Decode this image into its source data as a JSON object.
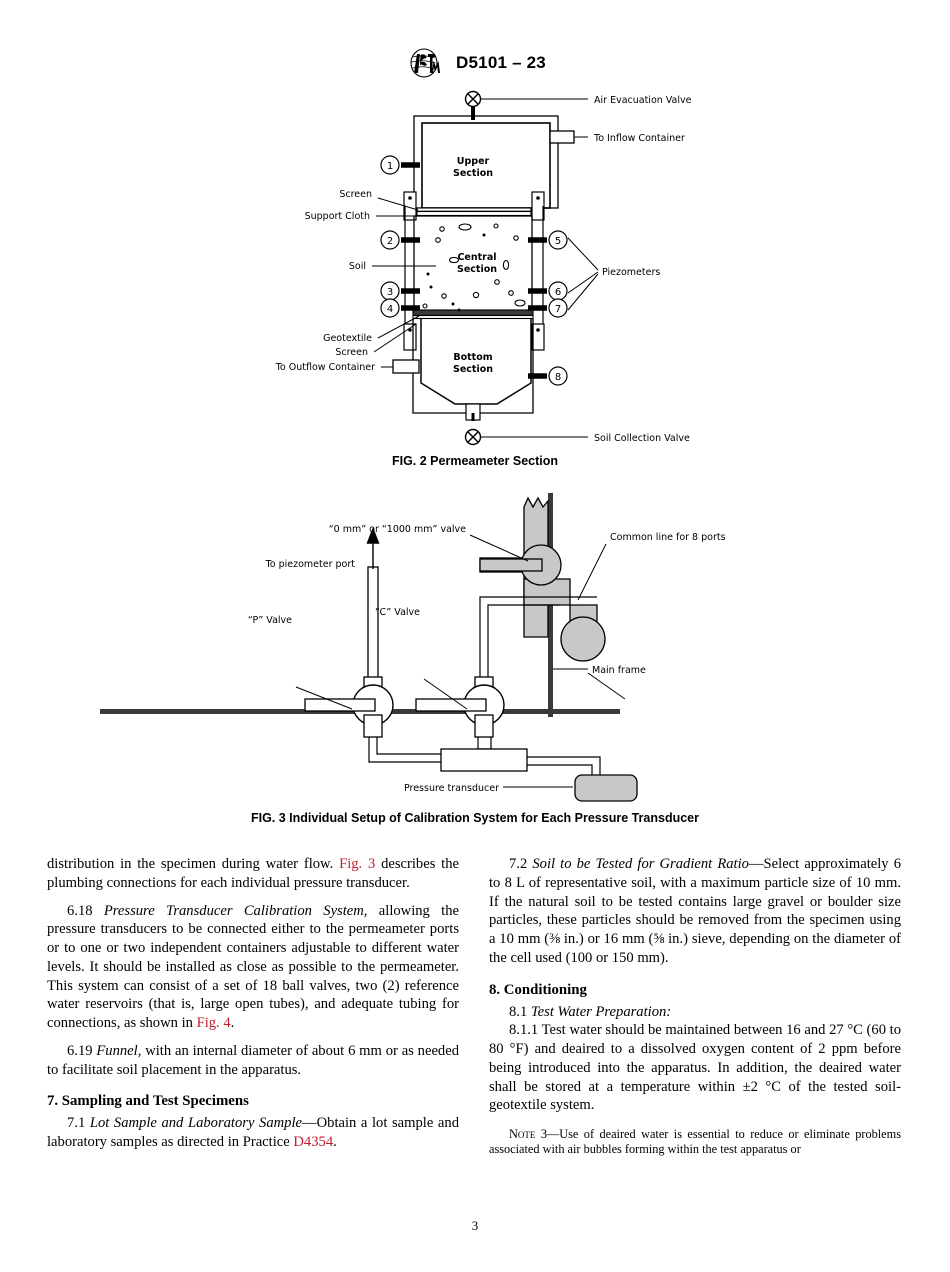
{
  "header": {
    "logo_icon": "astm-logo-icon",
    "designation": "D5101 – 23"
  },
  "figures": [
    {
      "id": "fig2",
      "caption": "FIG. 2 Permeameter Section",
      "section_labels": {
        "upper": "Upper\nSection",
        "upper_line1": "Upper",
        "upper_line2": "Section",
        "central_line1": "Central",
        "central_line2": "Section",
        "bottom_line1": "Bottom",
        "bottom_line2": "Section"
      },
      "callouts": [
        "Air Evacuation Valve",
        "To Inflow Container",
        "Screen",
        "Support Cloth",
        "Soil",
        "Geotextile",
        "Screen",
        "To Outflow Container",
        "Soil Collection Valve",
        "Piezometers"
      ],
      "port_numbers": [
        "1",
        "2",
        "3",
        "4",
        "5",
        "6",
        "7",
        "8"
      ]
    },
    {
      "id": "fig3",
      "caption": "FIG. 3 Individual Setup of Calibration System for Each Pressure Transducer",
      "callouts": [
        "“0 mm” or “1000 mm” valve",
        "Common line for 8 ports",
        "To piezometer port",
        "“P” Valve",
        "“C” Valve",
        "Main frame",
        "Pressure transducer"
      ]
    }
  ],
  "body": {
    "left_column": {
      "p1_a": "distribution in the specimen during water flow. ",
      "p1_link": "Fig. 3",
      "p1_b": " describes the plumbing connections for each individual pressure transducer.",
      "p2_num": "6.18 ",
      "p2_italic": "Pressure Transducer Calibration System,",
      "p2_text": " allowing the pressure transducers to be connected either to the permeameter ports or to one or two independent containers adjustable to different water levels. It should be installed as close as possible to the permeameter. This system can consist of a set of 18 ball valves, two (2) reference water reservoirs (that is, large open tubes), and adequate tubing for connections, as shown in ",
      "p2_link": "Fig. 4",
      "p2_end": ".",
      "p3_num": "6.19 ",
      "p3_italic": "Funnel,",
      "p3_text": " with an internal diameter of about 6 mm or as needed to facilitate soil placement in the apparatus.",
      "heading7": "7. Sampling and Test Specimens",
      "p4_num": "7.1 ",
      "p4_italic": "Lot Sample and Laboratory Sample",
      "p4_text": "—Obtain a lot sample and laboratory samples as directed in Practice ",
      "p4_link": "D4354",
      "p4_end": "."
    },
    "right_column": {
      "p1_num": "7.2 ",
      "p1_italic": "Soil to be Tested for Gradient Ratio",
      "p1_text": "—Select approximately 6 to 8 L of representative soil, with a maximum particle size of 10 mm. If the natural soil to be tested contains large gravel or boulder size particles, these particles should be removed from the specimen using a 10 mm (⅜ in.) or 16 mm (⅝ in.) sieve, depending on the diameter of the cell used (100 or 150 mm).",
      "heading8": "8. Conditioning",
      "p2_num": "8.1 ",
      "p2_italic": "Test Water Preparation:",
      "p3_text": "8.1.1 Test water should be maintained between 16 and 27 °C (60 to 80 °F) and deaired to a dissolved oxygen content of 2 ppm before being introduced into the apparatus. In addition, the deaired water shall be stored at a temperature within ±2 °C of the tested soil-geotextile system.",
      "note_label": "Note",
      "note_num": " 3",
      "note_text": "—Use of deaired water is essential to reduce or eliminate problems associated with air bubbles forming within the test apparatus or"
    }
  },
  "footer": {
    "page_number": "3"
  },
  "colors": {
    "link": "#bf1e2e",
    "ink": "#000000",
    "pipe_fill": "#c8c8c8",
    "dark_band": "#2b2b2b"
  }
}
